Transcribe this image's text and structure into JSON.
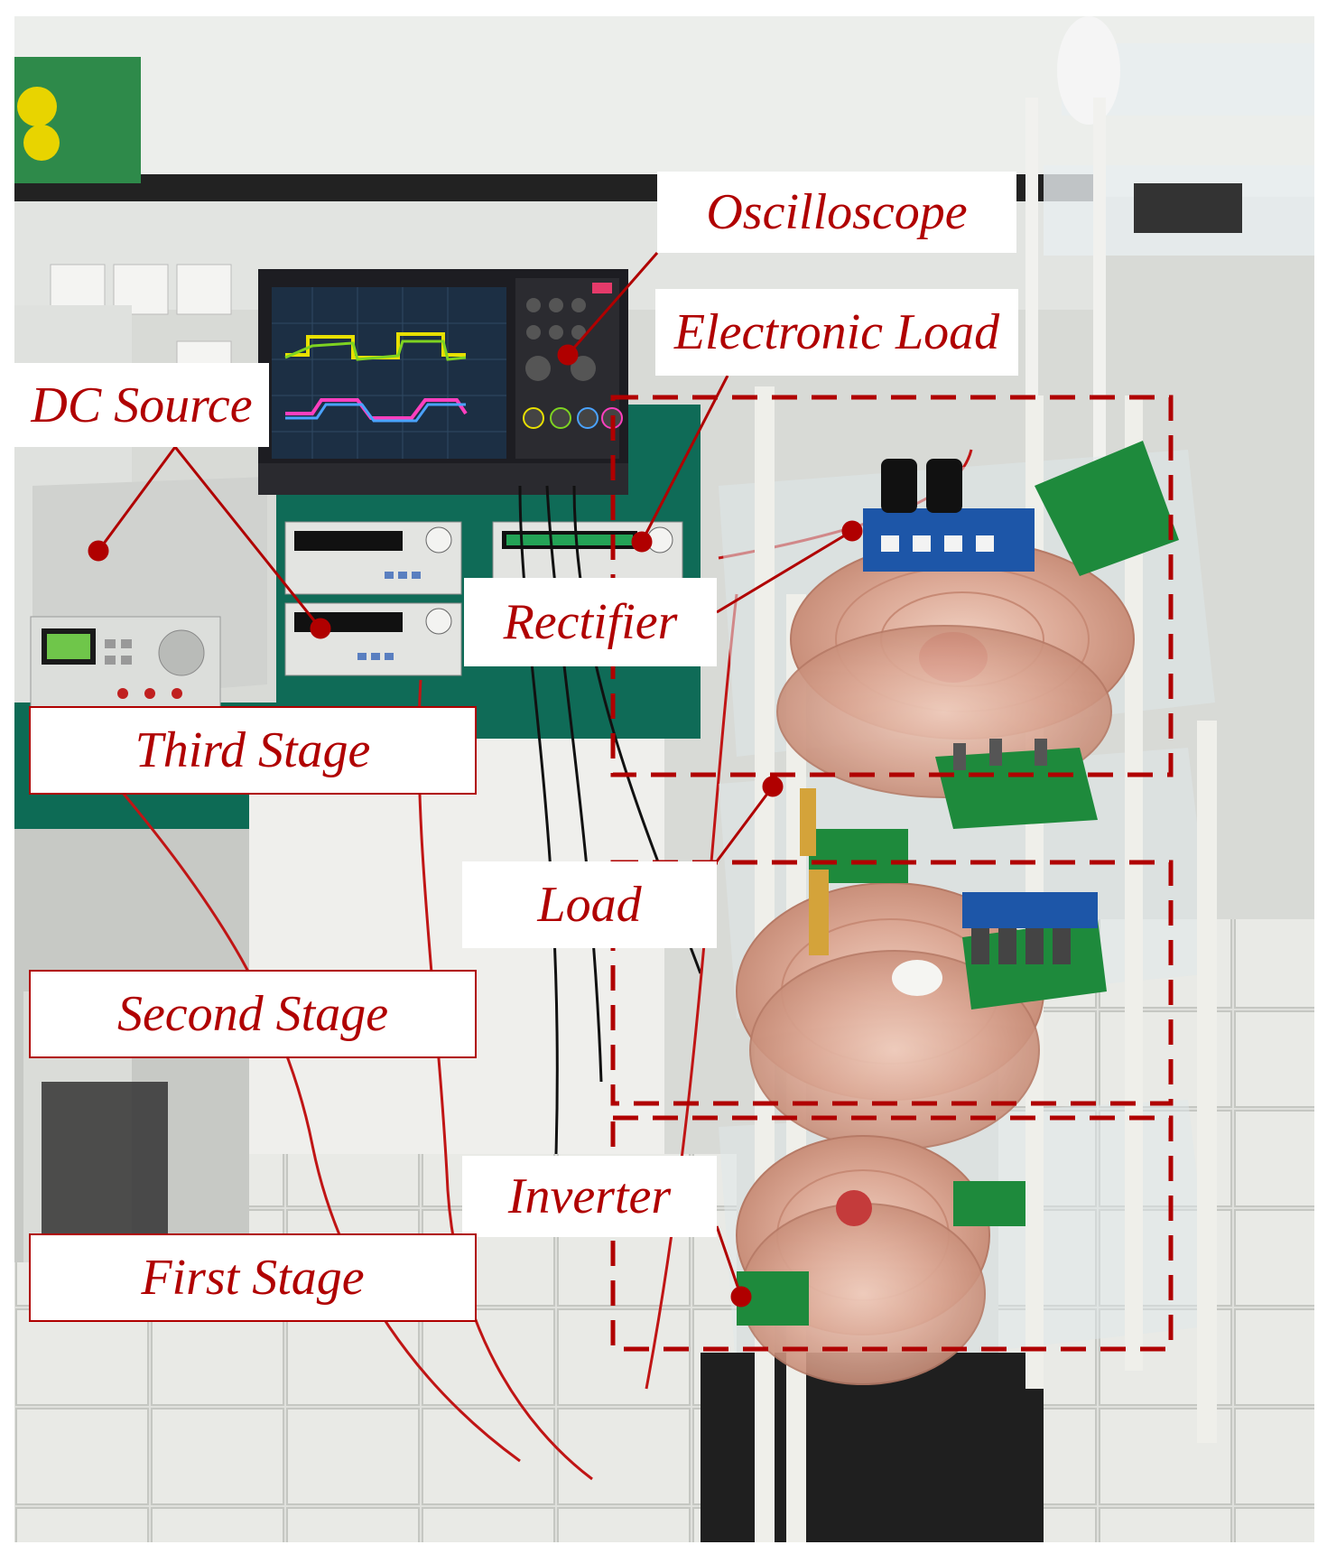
{
  "labels": {
    "oscilloscope": "Oscilloscope",
    "electronic_load": "Electronic Load",
    "dc_source": "DC Source",
    "rectifier": "Rectifier",
    "third_stage": "Third Stage",
    "load": "Load",
    "second_stage": "Second Stage",
    "inverter": "Inverter",
    "first_stage": "First Stage"
  },
  "colors": {
    "annotation": "#b00000",
    "scope_trace_yellow": "#e8e000",
    "scope_trace_green": "#7ed321",
    "scope_trace_magenta": "#ff3fbf",
    "scope_trace_blue": "#4aa3ff",
    "bench_green": "#0d6b55",
    "coil_copper": "#d9a28c",
    "pcb_green": "#1e8a3c"
  }
}
